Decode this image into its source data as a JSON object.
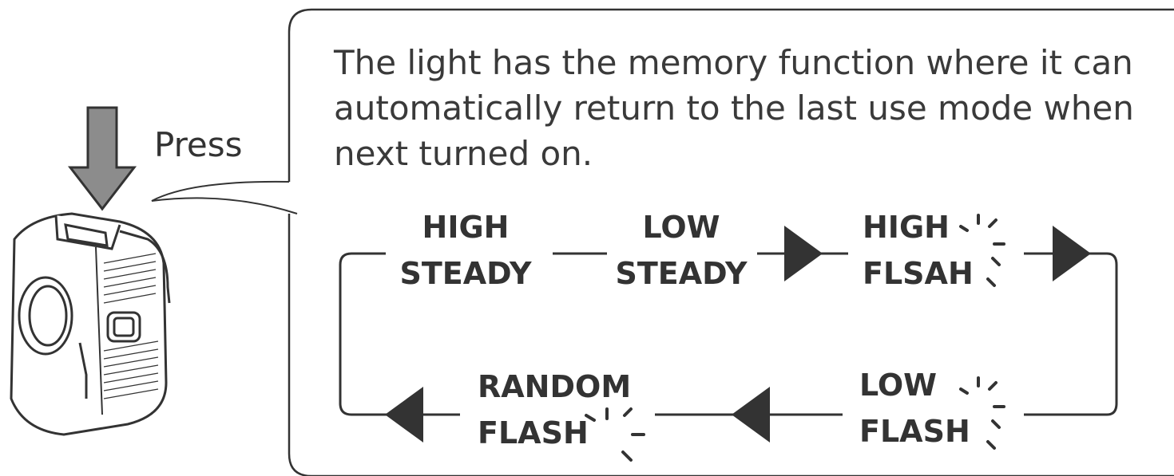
{
  "description": {
    "lines": [
      "The light has the memory function where it can",
      "automatically return to the last use mode when",
      "next turned on."
    ]
  },
  "press_label": "Press",
  "modes": [
    {
      "id": "high-steady",
      "line1": "HIGH",
      "line2": "STEADY",
      "flash": false
    },
    {
      "id": "low-steady",
      "line1": "LOW",
      "line2": "STEADY",
      "flash": false
    },
    {
      "id": "high-flash",
      "line1": "HIGH",
      "line2": "FLSAH",
      "flash": true
    },
    {
      "id": "low-flash",
      "line1": "LOW",
      "line2": "FLASH",
      "flash": true
    },
    {
      "id": "random-flash",
      "line1": "RANDOM",
      "line2": "FLASH",
      "flash": true
    }
  ],
  "colors": {
    "line": "#333333",
    "arrow_fill": "#8c8c8c",
    "text": "#333333"
  }
}
